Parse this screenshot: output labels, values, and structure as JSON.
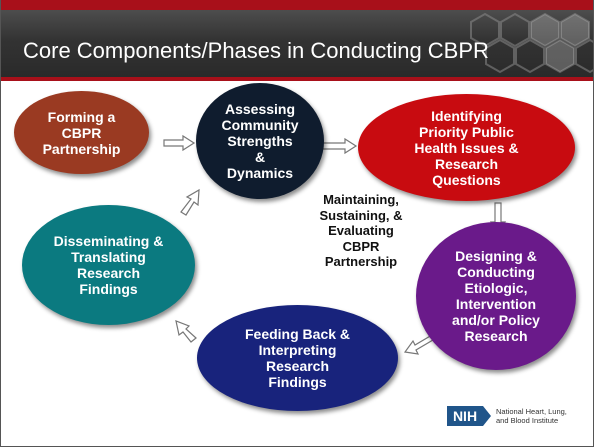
{
  "title": "Core Components/Phases in Conducting CBPR",
  "colors": {
    "accent_red": "#a8101a",
    "header_gray": "#3a3a3a",
    "brown": "#9a3a22",
    "navy": "#0f1c2e",
    "red": "#c80b10",
    "purple": "#6a1a8a",
    "blue": "#18237c",
    "teal": "#0b7a80"
  },
  "phases": [
    {
      "id": "forming",
      "label": "Forming a\nCBPR\nPartnership"
    },
    {
      "id": "assessing",
      "label": "Assessing\nCommunity\nStrengths\n&\nDynamics"
    },
    {
      "id": "identifying",
      "label": "Identifying\nPriority Public\nHealth Issues &\nResearch\nQuestions"
    },
    {
      "id": "designing",
      "label": "Designing &\nConducting\nEtiologic,\nIntervention\nand/or Policy\nResearch"
    },
    {
      "id": "feeding_back",
      "label": "Feeding Back &\nInterpreting\nResearch\nFindings"
    },
    {
      "id": "disseminating",
      "label": "Disseminating &\nTranslating\nResearch\nFindings"
    }
  ],
  "center_label": "Maintaining,\nSustaining, &\nEvaluating\nCBPR\nPartnership",
  "logo": {
    "mark": "NIH",
    "text": "National Heart, Lung,\nand Blood Institute"
  }
}
